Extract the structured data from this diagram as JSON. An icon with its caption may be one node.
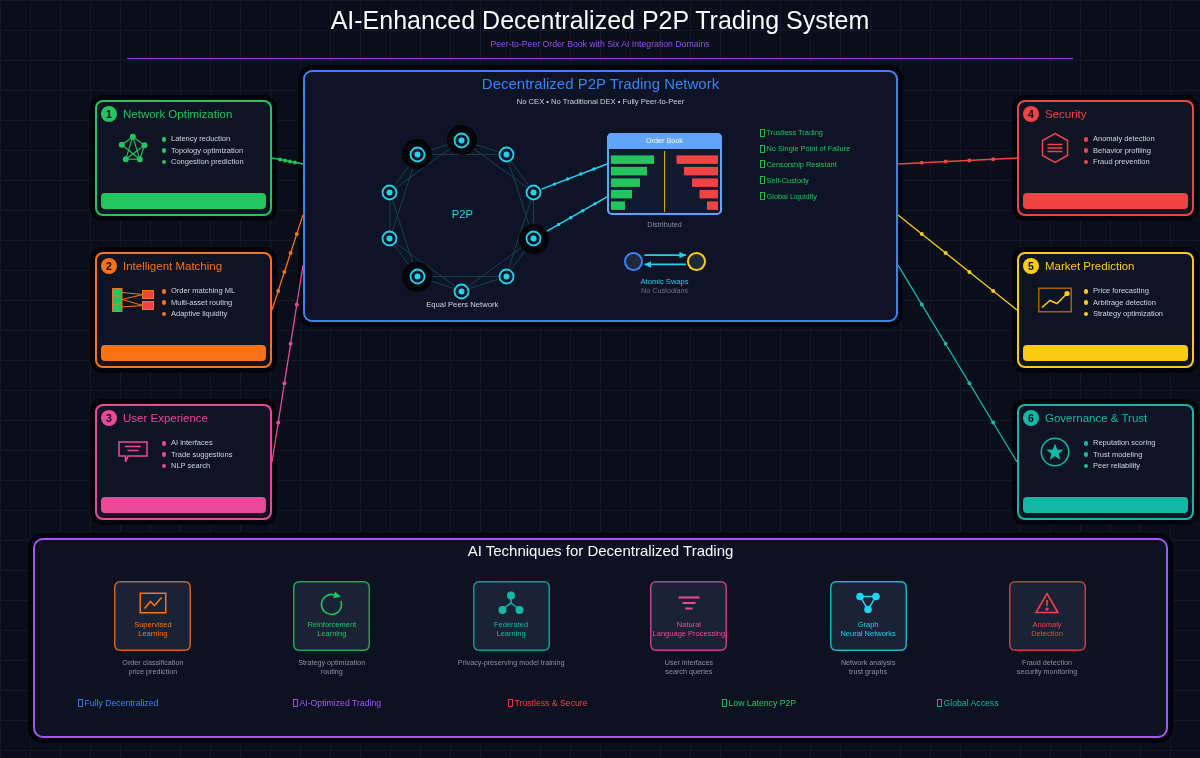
{
  "diagram": {
    "title": "AI-Enhanced Decentralized P2P Trading System",
    "nodes": [
      {
        "text": [
          "Network Optimization",
          "Latency reduction",
          "Topology optimization",
          "Congestion prediction"
        ]
      },
      {
        "text": [
          "1"
        ],
        "in": 0
      },
      {
        "text": [
          "Intelligent Matching",
          "Order matching ML",
          "Multi-asset routing",
          "Adaptive liquidity"
        ]
      },
      {
        "text": [
          "2"
        ],
        "in": 2
      },
      {
        "text": [
          "User Experience",
          "AI interfaces",
          "Trade suggestions",
          "NLP search"
        ]
      },
      {
        "text": [
          "3"
        ],
        "in": 4
      },
      {
        "text": [
          "Decentralized P2P Trading Network",
          "No CEX • No Traditional DEX • Fully Peer-to-Peer"
        ]
      },
      {
        "text": [],
        "shape": "circle",
        "in": 6
      },
      {
        "text": [],
        "shape": "circle",
        "in": 6
      },
      {
        "text": [],
        "shape": "circle",
        "in": 6
      },
      {
        "text": [],
        "shape": "circle",
        "in": 6
      },
      {
        "text": [],
        "shape": "circle",
        "in": 6
      },
      {
        "text": [],
        "shape": "circle",
        "in": 6
      },
      {
        "text": [],
        "shape": "circle",
        "in": 6
      },
      {
        "text": [],
        "shape": "circle",
        "in": 6
      },
      {
        "text": [],
        "shape": "circle",
        "in": 6
      },
      {
        "text": [],
        "shape": "circle",
        "in": 6
      },
      {
        "text": [
          "Order Book"
        ],
        "beside": [
          "Distributed"
        ],
        "in": 6
      },
      {
        "text": [],
        "shape": "circle",
        "in": 6
      },
      {
        "text": [],
        "shape": "circle",
        "in": 6
      },
      {
        "text": [
          "Security",
          "Anomaly detection",
          "Behavior profiling",
          "Fraud prevention"
        ]
      },
      {
        "text": [
          "4"
        ],
        "in": 20
      },
      {
        "text": [
          "Market Prediction",
          "Price forecasting",
          "Arbitrage detection",
          "Strategy optimization"
        ]
      },
      {
        "text": [
          "5"
        ],
        "in": 22
      },
      {
        "text": [
          "Governance & Trust",
          "Reputation scoring",
          "Trust modeling",
          "Peer reliability"
        ]
      },
      {
        "text": [
          "6"
        ],
        "in": 24
      },
      {
        "text": [
          "AI Techniques for Decentralized Trading"
        ]
      },
      {
        "text": [
          "Supervised Learning"
        ],
        "beside": [
          "Order classification price prediction"
        ],
        "in": 26
      },
      {
        "text": [
          "Reinforcement Learning"
        ],
        "beside": [
          "Strategy optimization routing"
        ],
        "in": 26
      },
      {
        "text": [
          "Federated Learning"
        ],
        "beside": [
          "Privacy-preserving model training"
        ],
        "in": 26
      },
      {
        "text": [
          "Natural Language Processing"
        ],
        "beside": [
          "User interfaces search queries"
        ],
        "in": 26
      },
      {
        "text": [
          "Graph Neural Networks"
        ],
        "beside": [
          "Network analysis trust graphs"
        ],
        "in": 26
      },
      {
        "text": [
          "Anomaly Detection"
        ],
        "beside": [
          "Fraud detection security monitoring"
        ],
        "in": 26
      }
    ],
    "edges": [
      {
        "from": 0,
        "to": 6,
        "arrow": "none",
        "color": "#22c55e"
      },
      {
        "from": 2,
        "to": 6,
        "arrow": "none",
        "color": "#f97316"
      },
      {
        "from": 4,
        "to": 6,
        "arrow": "none",
        "color": "#ec4899"
      },
      {
        "from": 6,
        "to": 20,
        "arrow": "none",
        "color": "#ef4444"
      },
      {
        "from": 6,
        "to": 22,
        "arrow": "none",
        "color": "#facc15"
      },
      {
        "from": 6,
        "to": 24,
        "arrow": "none",
        "color": "#14b8a6"
      },
      {
        "from": 7,
        "to": 8,
        "arrow": "none"
      },
      {
        "from": 8,
        "to": 9,
        "arrow": "none"
      },
      {
        "from": 9,
        "to": 10,
        "arrow": "none"
      },
      {
        "from": 10,
        "to": 11,
        "arrow": "none"
      },
      {
        "from": 11,
        "to": 12,
        "arrow": "none"
      },
      {
        "from": 12,
        "to": 13,
        "arrow": "none"
      },
      {
        "from": 13,
        "to": 14,
        "arrow": "none"
      },
      {
        "from": 14,
        "to": 15,
        "arrow": "none"
      },
      {
        "from": 15,
        "to": 16,
        "arrow": "none"
      },
      {
        "from": 16,
        "to": 7,
        "arrow": "none"
      },
      {
        "from": 7,
        "to": 9,
        "arrow": "none"
      },
      {
        "from": 8,
        "to": 10,
        "arrow": "none"
      },
      {
        "from": 9,
        "to": 11,
        "arrow": "none"
      },
      {
        "from": 10,
        "to": 12,
        "arrow": "none"
      },
      {
        "from": 11,
        "to": 13,
        "arrow": "none"
      },
      {
        "from": 12,
        "to": 14,
        "arrow": "none"
      },
      {
        "from": 13,
        "to": 15,
        "arrow": "none"
      },
      {
        "from": 14,
        "to": 16,
        "arrow": "none"
      },
      {
        "from": 15,
        "to": 7,
        "arrow": "none"
      },
      {
        "from": 16,
        "to": 8,
        "arrow": "none"
      },
      {
        "from": 9,
        "to": 17,
        "arrow": "none",
        "color": "#22d3ee"
      },
      {
        "from": 10,
        "to": 17,
        "arrow": "none",
        "color": "#22d3ee"
      },
      {
        "from": 18,
        "to": 19,
        "arrow": "to",
        "color": "#22d3ee"
      },
      {
        "from": 19,
        "to": 18,
        "arrow": "to",
        "color": "#22d3ee"
      }
    ],
    "labels": [
      "Peer-to-Peer Order Book with Six AI Integration Domains",
      "Trustless Trading",
      "No Single Point of Failure",
      "Censorship Resistant",
      "Self-Custody",
      "Global Liquidity",
      "P2P",
      "Atomic Swaps",
      "No Custodians",
      "Equal Peers Network",
      "Fully Decentralized",
      "AI-Optimized Trading",
      "Trustless & Secure",
      "Low Latency P2P",
      "Global Access"
    ]
  }
}
